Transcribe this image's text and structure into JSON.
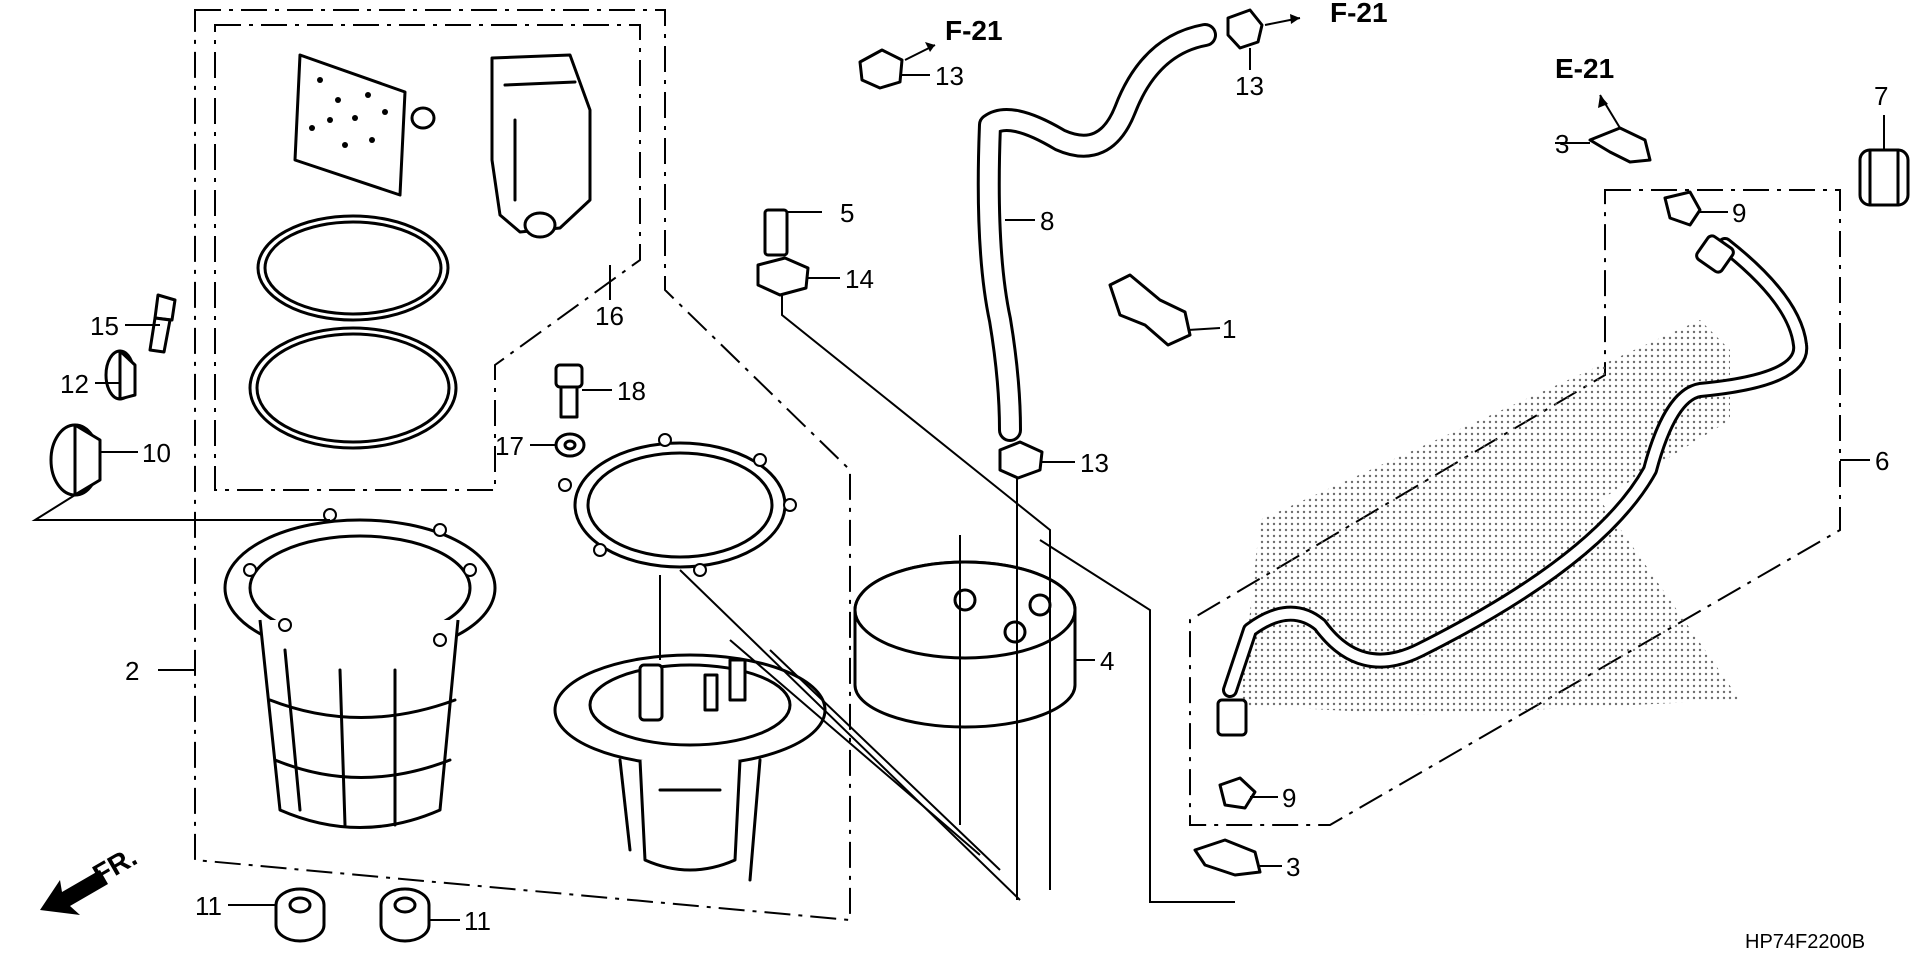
{
  "diagram": {
    "parts": [
      {
        "id": "part-1",
        "label": "1"
      },
      {
        "id": "part-2",
        "label": "2"
      },
      {
        "id": "part-3a",
        "label": "3"
      },
      {
        "id": "part-3b",
        "label": "3"
      },
      {
        "id": "part-4",
        "label": "4"
      },
      {
        "id": "part-5",
        "label": "5"
      },
      {
        "id": "part-6",
        "label": "6"
      },
      {
        "id": "part-7",
        "label": "7"
      },
      {
        "id": "part-8",
        "label": "8"
      },
      {
        "id": "part-9a",
        "label": "9"
      },
      {
        "id": "part-9b",
        "label": "9"
      },
      {
        "id": "part-10",
        "label": "10"
      },
      {
        "id": "part-11a",
        "label": "11"
      },
      {
        "id": "part-11b",
        "label": "11"
      },
      {
        "id": "part-12",
        "label": "12"
      },
      {
        "id": "part-13a",
        "label": "13"
      },
      {
        "id": "part-13b",
        "label": "13"
      },
      {
        "id": "part-13c",
        "label": "13"
      },
      {
        "id": "part-14",
        "label": "14"
      },
      {
        "id": "part-15",
        "label": "15"
      },
      {
        "id": "part-16",
        "label": "16"
      },
      {
        "id": "part-17",
        "label": "17"
      },
      {
        "id": "part-18",
        "label": "18"
      }
    ],
    "references": {
      "f21_left": "F-21",
      "f21_right": "F-21",
      "e21": "E-21"
    },
    "front_label": "FR.",
    "diagram_code": "HP74F2200B"
  }
}
